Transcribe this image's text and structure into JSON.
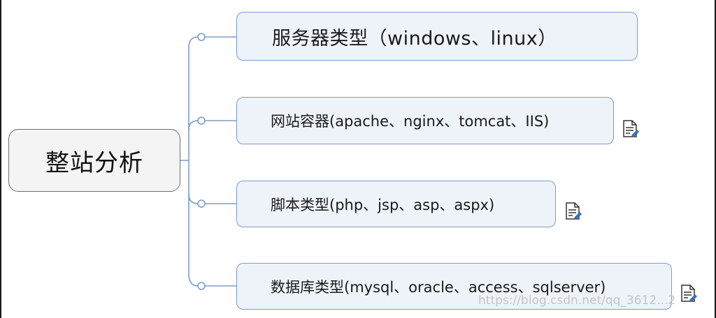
{
  "root": {
    "label": "整站分析"
  },
  "branches": [
    {
      "label": "服务器类型（windows、linux）",
      "has_note": false
    },
    {
      "label": "网站容器(apache、nginx、tomcat、IIS)",
      "has_note": true
    },
    {
      "label": "脚本类型(php、jsp、asp、aspx)",
      "has_note": true
    },
    {
      "label": "数据库类型(mysql、oracle、access、sqlserver)",
      "has_note": true
    }
  ],
  "icons": {
    "connector": "circle-connector-icon",
    "note": "note-document-icon"
  },
  "colors": {
    "root_fill": "#f4f4f4",
    "root_border": "#6e6e6e",
    "branch_fill": "#eef3fa",
    "branch_border": "#7e9cc6",
    "connector_line": "#7e9cc6"
  },
  "watermark": "https://blog.csdn.net/qq_3612...2"
}
